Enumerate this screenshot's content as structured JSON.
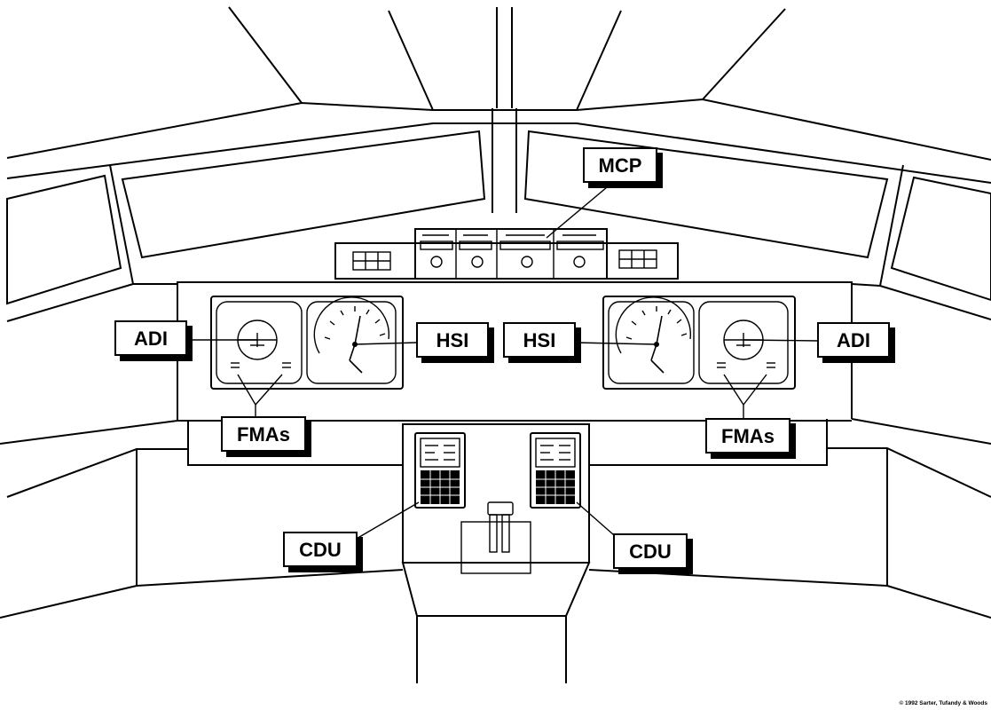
{
  "labels": {
    "mcp": "MCP",
    "adi_left": "ADI",
    "hsi_left": "HSI",
    "hsi_right": "HSI",
    "adi_right": "ADI",
    "fmas_left": "FMAs",
    "fmas_right": "FMAs",
    "cdu_left": "CDU",
    "cdu_right": "CDU"
  },
  "credit": "© 1992 Sarter, Tufandy & Woods"
}
